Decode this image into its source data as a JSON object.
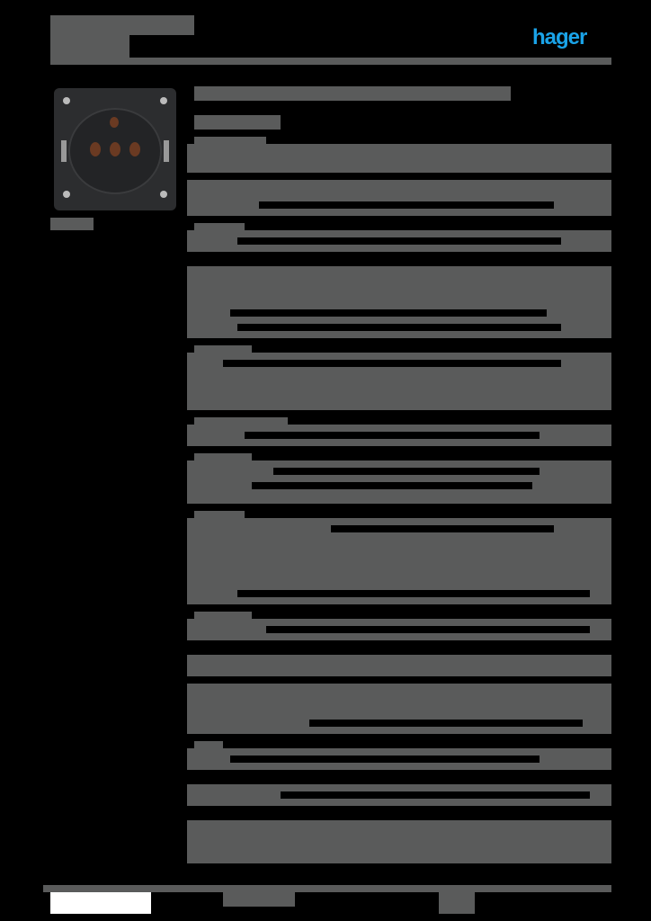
{
  "header": {
    "title_line1": "████████████████",
    "title_line2": "██████",
    "brand": "hager",
    "brand_color": "#1aa3e8"
  },
  "product_image": {
    "alt": "socket outlet with earthing pin, anthracite",
    "caption": "██████"
  },
  "main": {
    "title": "████████████████████████████████████",
    "subtitle": "███████████",
    "sections": [
      {
        "heading": "████████",
        "rows": 4
      },
      {
        "heading": "██████",
        "rows": 6
      },
      {
        "heading": "██████",
        "rows": 3
      },
      {
        "heading": "██████████",
        "rows": 2
      },
      {
        "heading": "████████",
        "rows": 3
      },
      {
        "heading": "███████",
        "rows": 6
      },
      {
        "heading": "████████",
        "rows": 5
      },
      {
        "heading": "██████",
        "rows": 4
      }
    ]
  },
  "footer": {
    "left_box": "",
    "center_text": "███████",
    "page": "███"
  },
  "colors": {
    "redaction_gray": "#5a5b5b",
    "background": "#000000"
  }
}
